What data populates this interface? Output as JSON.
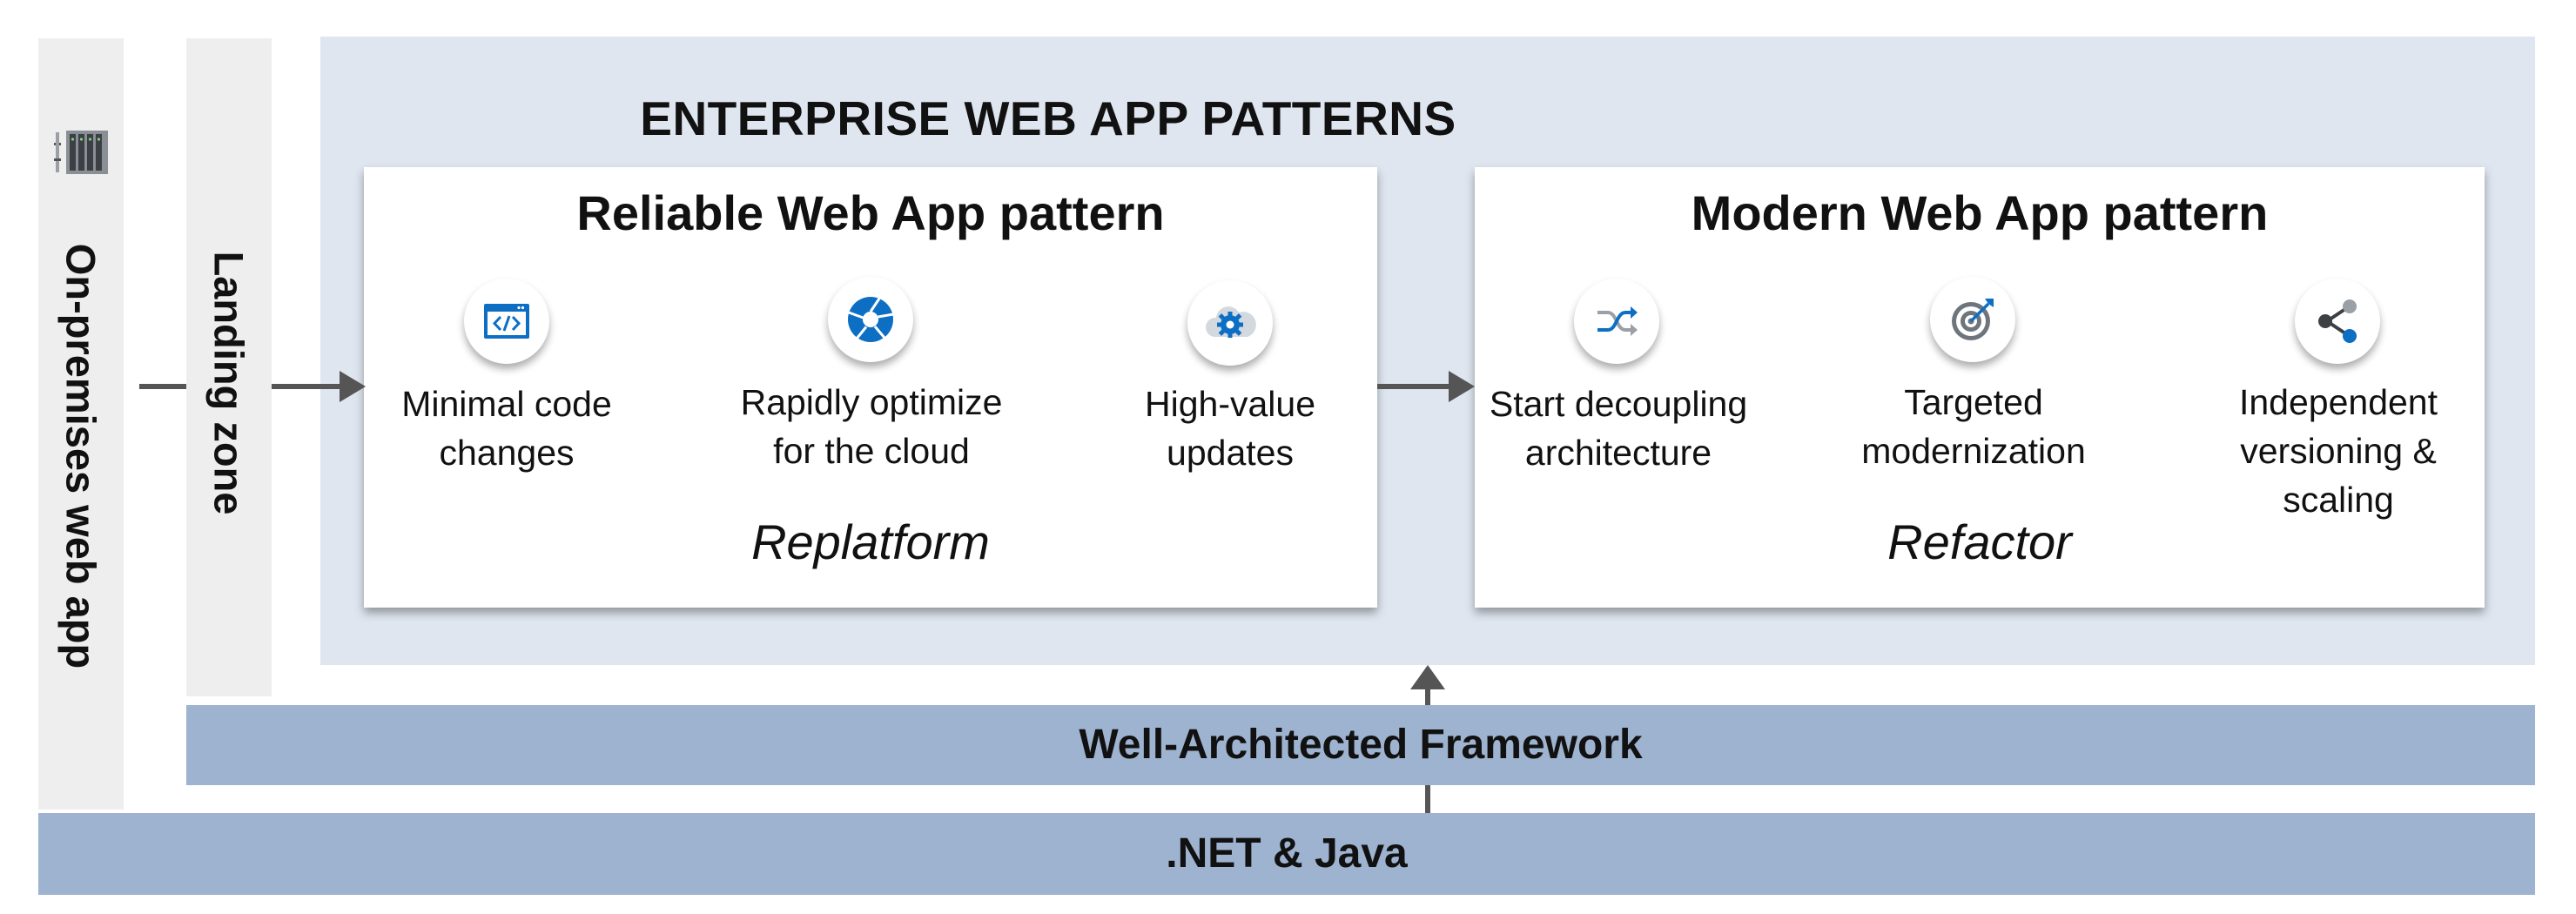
{
  "on_premises": {
    "label": "On-premises web app",
    "icon": "server-rack-icon"
  },
  "landing_zone": {
    "label": "Landing zone"
  },
  "enterprise": {
    "title": "ENTERPRISE WEB APP PATTERNS"
  },
  "reliable": {
    "title": "Reliable Web App pattern",
    "approach": "Replatform",
    "features": [
      {
        "icon": "code-window-icon",
        "line1": "Minimal code",
        "line2": "changes"
      },
      {
        "icon": "camera-aperture-icon",
        "line1": "Rapidly optimize",
        "line2": "for the cloud"
      },
      {
        "icon": "cloud-gear-icon",
        "line1": "High-value",
        "line2": "updates"
      }
    ]
  },
  "modern": {
    "title": "Modern Web App pattern",
    "approach": "Refactor",
    "features": [
      {
        "icon": "shuffle-arrows-icon",
        "line1": "Start decoupling",
        "line2": "architecture"
      },
      {
        "icon": "target-icon",
        "line1": "Targeted",
        "line2": "modernization"
      },
      {
        "icon": "share-nodes-icon",
        "line1": "Independent",
        "line2": "versioning &",
        "line3": "scaling"
      }
    ]
  },
  "framework": {
    "label": "Well-Architected Framework"
  },
  "platform": {
    "label": ".NET & Java"
  },
  "colors": {
    "panel_background": "#dfe6f0",
    "band": "#9eb3cf",
    "side_bar": "#eeeeee",
    "icon_blue": "#0d6fc4",
    "arrow": "#555555"
  }
}
